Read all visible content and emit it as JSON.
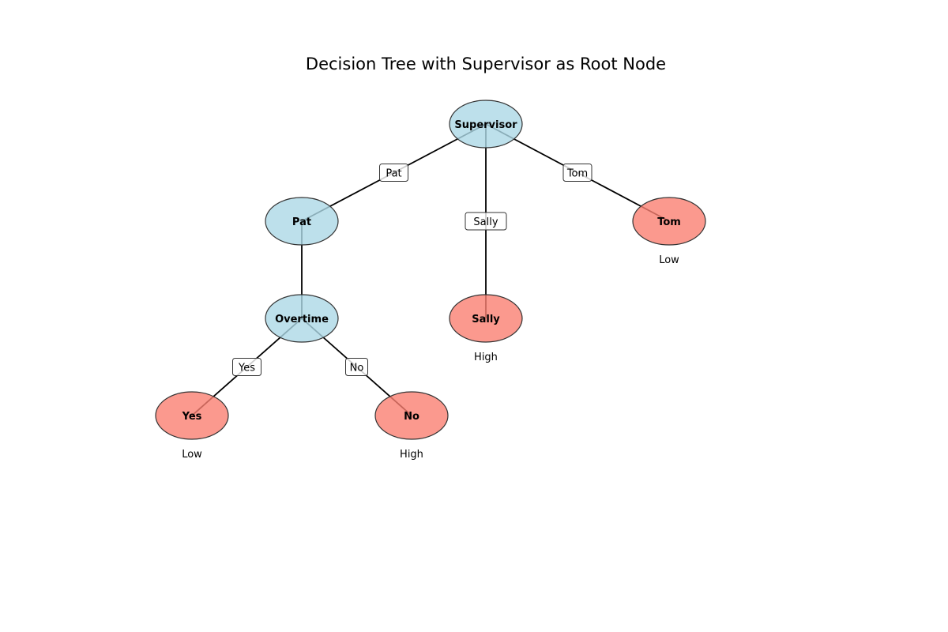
{
  "title": "Decision Tree with Supervisor as Root Node",
  "colors": {
    "decision": "#add8e6",
    "leaf": "#fa8072",
    "edge": "#000000"
  },
  "nodes": [
    {
      "id": "supervisor",
      "label": "Supervisor",
      "kind": "decision",
      "outcome": ""
    },
    {
      "id": "pat",
      "label": "Pat",
      "kind": "decision",
      "outcome": ""
    },
    {
      "id": "sally",
      "label": "Sally",
      "kind": "leaf",
      "outcome": "High"
    },
    {
      "id": "tom",
      "label": "Tom",
      "kind": "leaf",
      "outcome": "Low"
    },
    {
      "id": "overtime",
      "label": "Overtime",
      "kind": "decision",
      "outcome": ""
    },
    {
      "id": "yes",
      "label": "Yes",
      "kind": "leaf",
      "outcome": "Low"
    },
    {
      "id": "no",
      "label": "No",
      "kind": "leaf",
      "outcome": "High"
    }
  ],
  "edges": [
    {
      "from": "supervisor",
      "to": "pat",
      "label": "Pat"
    },
    {
      "from": "supervisor",
      "to": "sally",
      "label": "Sally"
    },
    {
      "from": "supervisor",
      "to": "tom",
      "label": "Tom"
    },
    {
      "from": "pat",
      "to": "overtime",
      "label": ""
    },
    {
      "from": "overtime",
      "to": "yes",
      "label": "Yes"
    },
    {
      "from": "overtime",
      "to": "no",
      "label": "No"
    }
  ]
}
